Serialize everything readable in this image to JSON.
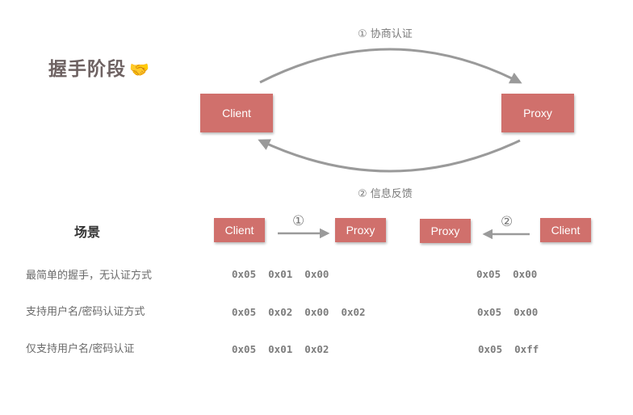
{
  "title": "握手阶段",
  "title_emoji": "🤝",
  "top_diagram": {
    "client_label": "Client",
    "proxy_label": "Proxy",
    "forward_label": "① 协商认证",
    "backward_label": "② 信息反馈"
  },
  "scenario": {
    "header": "场景",
    "request_client": "Client",
    "request_proxy": "Proxy",
    "request_step": "①",
    "response_proxy": "Proxy",
    "response_client": "Client",
    "response_step": "②"
  },
  "rows": [
    {
      "label": "最简单的握手，无认证方式",
      "request": "0x05  0x01  0x00",
      "response": "0x05  0x00"
    },
    {
      "label": "支持用户名/密码认证方式",
      "request": "0x05  0x02  0x00  0x02",
      "response": "0x05  0x00"
    },
    {
      "label": "仅支持用户名/密码认证",
      "request": "0x05  0x01  0x02",
      "response": "0x05  0xff"
    }
  ],
  "colors": {
    "box_fill": "#d0706c",
    "arrow": "#9a9a9a"
  }
}
